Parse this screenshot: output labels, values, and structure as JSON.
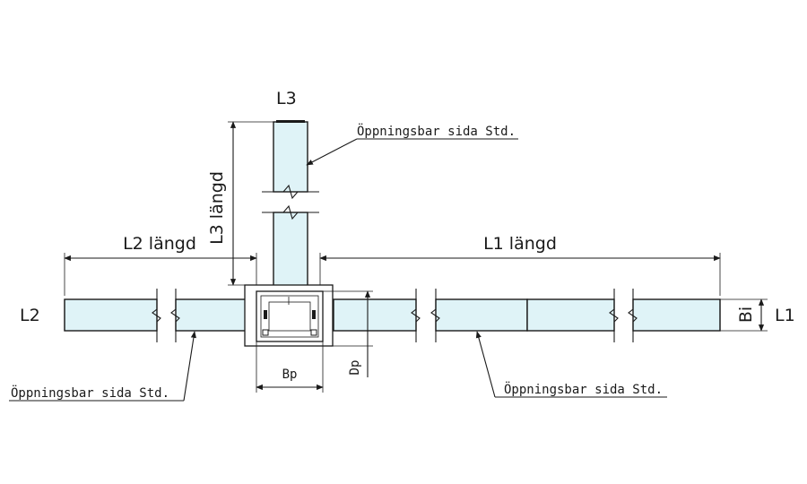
{
  "labels": {
    "l1": "L1",
    "l2": "L2",
    "l3": "L3",
    "l1_length": "L1 längd",
    "l2_length": "L2 längd",
    "l3_length": "L3 längd",
    "bi": "Bi",
    "bp": "Bp",
    "dp": "Dp",
    "opening_side_top": "Öppningsbar sida Std.",
    "opening_side_left": "Öppningsbar sida Std.",
    "opening_side_right": "Öppningsbar sida Std."
  },
  "colors": {
    "duct_fill": "#dff3f7",
    "line": "#1a1a1a"
  }
}
